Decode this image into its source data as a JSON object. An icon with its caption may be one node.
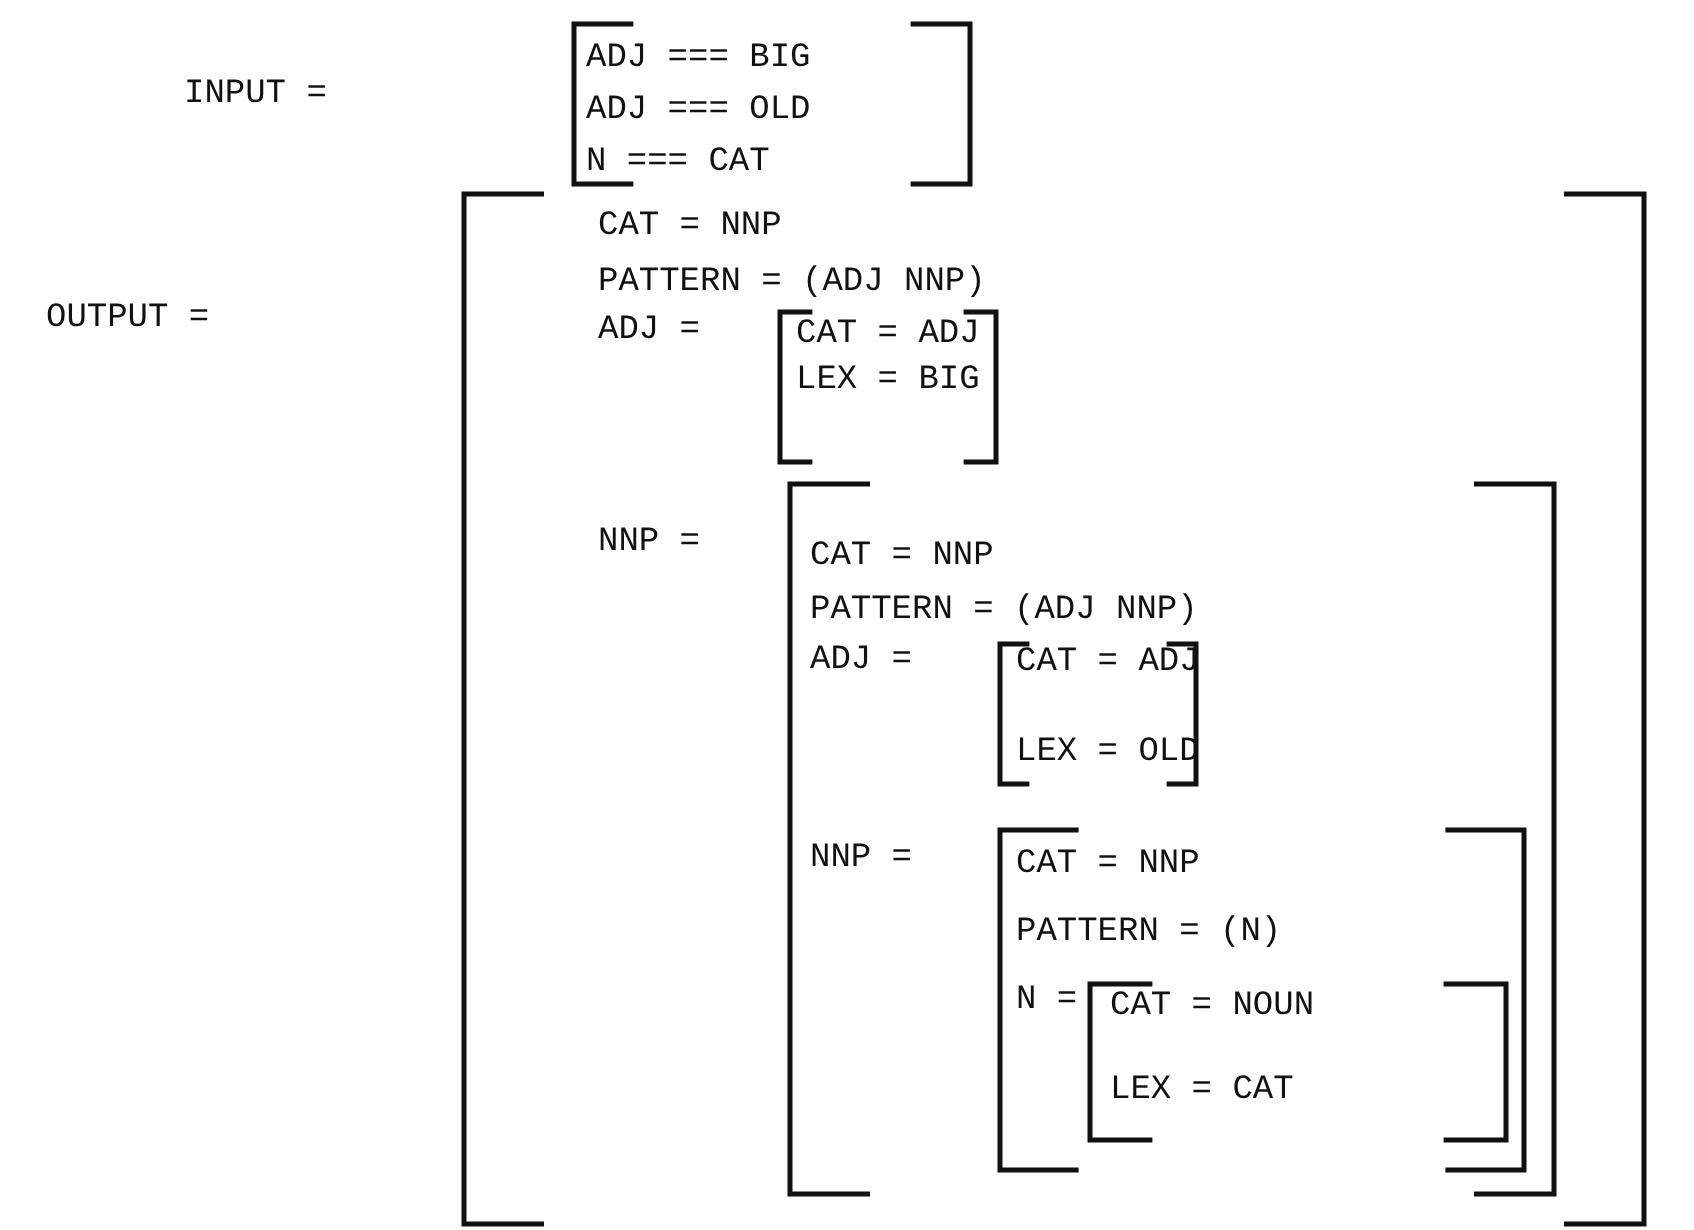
{
  "diagram": {
    "nodes": [
      {
        "text": [
          "ADJ === BIG",
          "ADJ === OLD",
          "N === CAT"
        ]
      },
      {
        "text": [
          "CAT = NNP",
          "PATTERN = (ADJ NNP)",
          "ADJ =",
          "NNP ="
        ]
      },
      {
        "text": [
          "CAT = ADJ",
          "LEX = BIG"
        ],
        "in": 1
      },
      {
        "text": [
          "CAT = NNP",
          "PATTERN = (ADJ NNP)",
          "ADJ =",
          "NNP ="
        ],
        "in": 1
      },
      {
        "text": [
          "CAT = ADJ",
          "LEX = OLD"
        ],
        "in": 3
      },
      {
        "text": [
          "CAT = NNP",
          "PATTERN = (N)",
          "N ="
        ],
        "in": 3
      },
      {
        "text": [
          "CAT = NOUN",
          "LEX = CAT"
        ],
        "in": 5
      }
    ],
    "labels": [
      "INPUT =",
      "OUTPUT ="
    ]
  }
}
